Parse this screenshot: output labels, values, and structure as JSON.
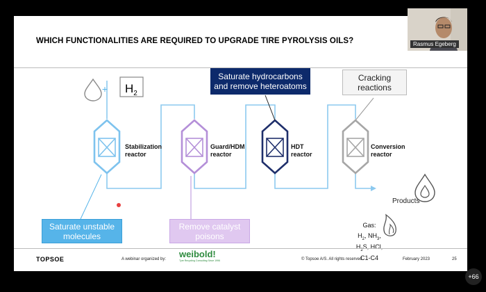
{
  "slide": {
    "title": "WHICH FUNCTIONALITIES ARE REQUIRED TO UPGRADE TIRE PYROLYSIS OILS?",
    "h2_label": "H",
    "h2_sub": "2",
    "plus": "+",
    "top_boxes": [
      {
        "line1": "Saturate hydrocarbons",
        "line2": "and remove heteroatoms"
      },
      {
        "line1": "Cracking",
        "line2": "reactions"
      }
    ],
    "bottom_boxes": [
      {
        "line1": "Saturate unstable",
        "line2": "molecules"
      },
      {
        "line1": "Remove catalyst",
        "line2": "poisons"
      }
    ],
    "reactors": [
      {
        "line1": "Stabilization",
        "line2": "reactor",
        "color": "#7ec3ee"
      },
      {
        "line1": "Guard/HDM",
        "line2": "reactor",
        "color": "#b48fd8"
      },
      {
        "line1": "HDT",
        "line2": "reactor",
        "color": "#1f2f6b"
      },
      {
        "line1": "Conversion",
        "line2": "reactor",
        "color": "#a6a6a6"
      }
    ],
    "products": "Products",
    "gas": {
      "heading": "Gas:",
      "line1": "H",
      "line1_sub": "2",
      "line1_rest": ", NH",
      "line1_sub2": "3",
      "line1_end": ",",
      "line2a": "H",
      "line2_sub": "2",
      "line2_rest": "S, HCl,",
      "line3": "C1-C4"
    }
  },
  "footer": {
    "logo": "TOPSOE",
    "organized": "A webinar organized by:",
    "weibold": "weibold!",
    "weibold_tag": "Tyre Recycling Consulting Since 1996",
    "copyright": "© Topsoe A/S. All rights reserved.",
    "date": "February 2023",
    "page": "25"
  },
  "video": {
    "name": "Rasmus Egeberg",
    "participants": "+66"
  },
  "colors": {
    "stabilization": "#7ec3ee",
    "guard": "#b48fd8",
    "hdt": "#1f2f6b",
    "conversion": "#a6a6a6",
    "blue_box": "#56b4e9",
    "purple_box": "#e0c8f0",
    "navy_box": "#0d2a6b",
    "line": "#8cc9ef"
  }
}
